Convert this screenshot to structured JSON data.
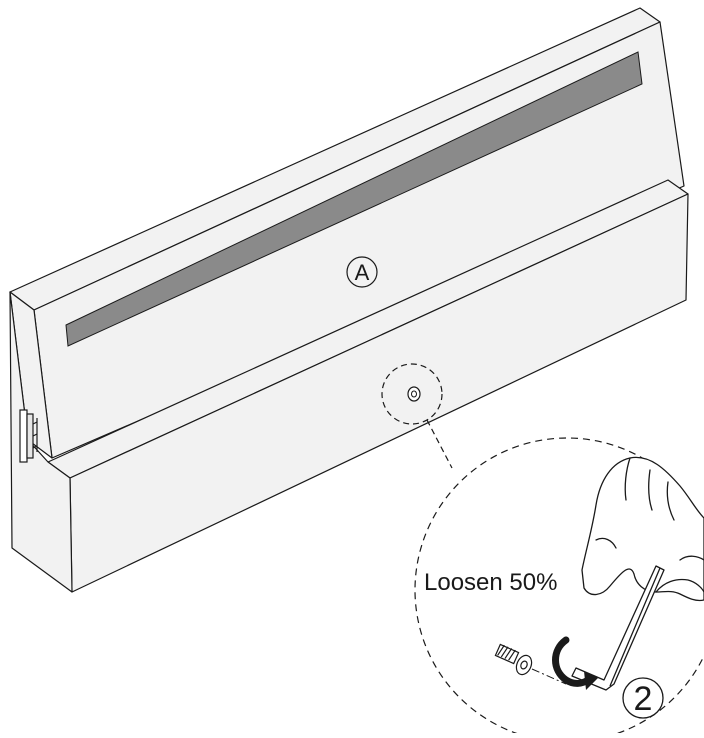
{
  "diagram": {
    "part_label": "A",
    "step_number": "2",
    "instruction": "Loosen 50%"
  },
  "colors": {
    "line": "#1a1a1a",
    "panel_fill": "#f2f2f2",
    "slot_fill": "#8a8a8a",
    "background": "#ffffff"
  }
}
